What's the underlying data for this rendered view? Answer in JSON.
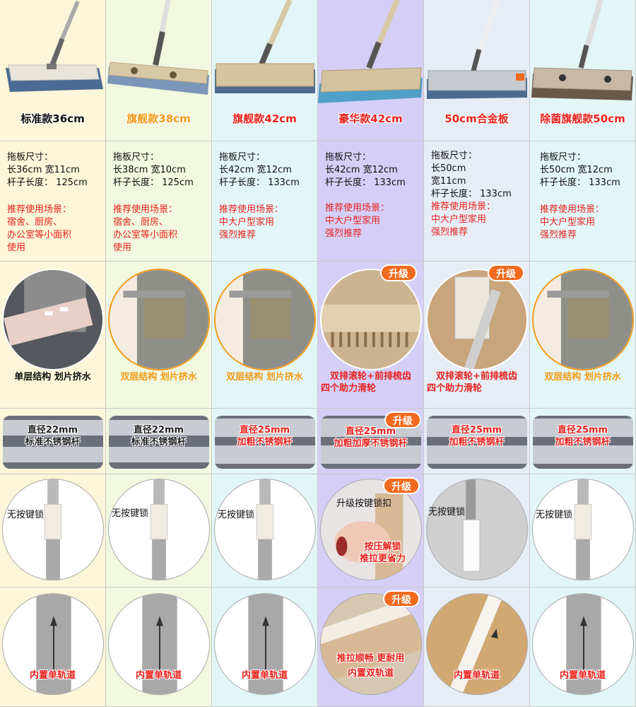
{
  "models": [
    {
      "name": "标准款36cm",
      "spec": [
        "拖板尺寸：",
        "长36cm 宽11cm",
        "杆子长度：  125cm"
      ],
      "scene": [
        "推荐使用场景：",
        "宿舍、厨房、",
        "办公室等小面积",
        "使用"
      ],
      "structure": [
        "单层结构 划片挤水"
      ],
      "pipe": [
        "直径22mm",
        "标准不锈钢杆"
      ],
      "lock": [
        "无按键锁"
      ],
      "rail": [
        "内置单轨道"
      ]
    },
    {
      "name": "旗舰款38cm",
      "spec": [
        "拖板尺寸：",
        "长38cm 宽10cm",
        "杆子长度：  125cm"
      ],
      "scene": [
        "推荐使用场景：",
        "宿舍、厨房、",
        "办公室等小面积",
        "使用"
      ],
      "structure": [
        "双层结构 划片挤水"
      ],
      "pipe": [
        "直径22mm",
        "标准不锈钢杆"
      ],
      "lock": [
        "无按键锁"
      ],
      "rail": [
        "内置单轨道"
      ]
    },
    {
      "name": "旗舰款42cm",
      "spec": [
        "拖板尺寸：",
        "长42cm 宽12cm",
        "杆子长度：  133cm"
      ],
      "scene": [
        "推荐使用场景：",
        "中大户型家用",
        "强烈推荐"
      ],
      "structure": [
        "双层结构 划片挤水"
      ],
      "pipe": [
        "直径25mm",
        "加粗不锈钢杆"
      ],
      "lock": [
        "无按键锁"
      ],
      "rail": [
        "内置单轨道"
      ]
    },
    {
      "name": "豪华款42cm",
      "spec": [
        "拖板尺寸：",
        "长42cm 宽12cm",
        "杆子长度：  133cm"
      ],
      "scene": [
        "推荐使用场景：",
        "中大户型家用",
        "强烈推荐"
      ],
      "structure": [
        "双排滚轮+前排梳齿",
        "四个助力滑轮"
      ],
      "pipe": [
        "直径25mm",
        "加粗加厚不锈钢杆"
      ],
      "lock": [
        "升级按键锁扣",
        "按压解锁",
        "推拉更省力"
      ],
      "rail": [
        "推拉顺畅 更耐用",
        "内置双轨道"
      ]
    },
    {
      "name": "50cm合金板",
      "spec": [
        "拖板尺寸：",
        "长50cm",
        "宽11cm",
        "杆子长度：  133cm"
      ],
      "scene": [
        "推荐使用场景：",
        "中大户型家用",
        "强烈推荐"
      ],
      "structure": [
        "双排滚轮+前排梳齿",
        "四个助力滑轮"
      ],
      "pipe": [
        "直径25mm",
        "加粗不锈钢杆"
      ],
      "lock": [
        "无按键锁"
      ],
      "rail": [
        "内置单轨道"
      ]
    },
    {
      "name": "除菌旗舰款50cm",
      "spec": [
        "拖板尺寸：",
        "长50cm 宽12cm",
        "杆子长度：  133cm"
      ],
      "scene": [
        "推荐使用场景：",
        "中大户型家用",
        "强烈推荐"
      ],
      "structure": [
        "双层结构 划片挤水"
      ],
      "pipe": [
        "直径25mm",
        "加粗不锈钢杆"
      ],
      "lock": [
        "无按键锁"
      ],
      "rail": [
        "内置单轨道"
      ]
    }
  ],
  "badge_label": "升级",
  "colors": {
    "orange": "#f39a17",
    "red": "#e8221e",
    "badge": "#f26a1e"
  },
  "icons": {
    "mop": "flat-mop-image",
    "squeegee": "squeegee-image",
    "pipe": "steel-pipe-image",
    "lock": "handle-lock-image",
    "rail": "rail-arrow-icon"
  }
}
